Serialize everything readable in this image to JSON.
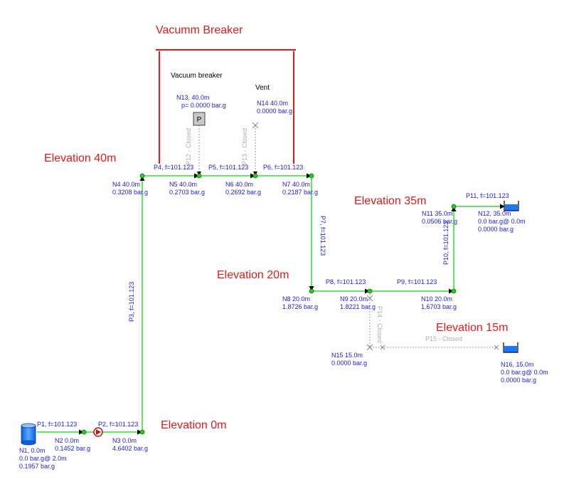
{
  "title": "Vacumm Breaker",
  "annotations": {
    "vacuum_breaker": "Vacuum breaker",
    "vent": "Vent"
  },
  "elevations": {
    "e40": "Elevation 40m",
    "e35": "Elevation 35m",
    "e20": "Elevation 20m",
    "e15": "Elevation 15m",
    "e0": "Elevation 0m"
  },
  "nodes": {
    "n1": {
      "l1": "N1, 0.0m",
      "l2": "0.0 bar.g@ 2.0m",
      "l3": "0.1957 bar.g"
    },
    "n2": {
      "l1": "N2  0.0m",
      "l2": "0.1452 bar.g"
    },
    "n3": {
      "l1": "N3  0.0m",
      "l2": "4.6402 bar.g"
    },
    "n4": {
      "l1": "N4  40.0m",
      "l2": "0.3208 bar.g"
    },
    "n5": {
      "l1": "N5  40.0m",
      "l2": "0.2703 bar.g"
    },
    "n6": {
      "l1": "N6  40.0m",
      "l2": "0.2692 bar.g"
    },
    "n7": {
      "l1": "N7  40.0m",
      "l2": "0.2187 bar.g"
    },
    "n8": {
      "l1": "N8  20.0m",
      "l2": "1.8726 bar.g"
    },
    "n9": {
      "l1": "N9  20.0m",
      "l2": "1.8221 bar.g"
    },
    "n10": {
      "l1": "N10  20.0m",
      "l2": "1.6703 bar.g"
    },
    "n11": {
      "l1": "N11  35.0m",
      "l2": "0.0506 bar.g"
    },
    "n12": {
      "l1": "N12, 35.0m",
      "l2": "0.0 bar.g@ 0.0m",
      "l3": "0.0000 bar.g"
    },
    "n13": {
      "l1": "N13, 40.0m",
      "l2": "p= 0.0000 bar.g"
    },
    "n14": {
      "l1": "N14  40.0m",
      "l2": "0.0000 bar.g"
    },
    "n15": {
      "l1": "N15  15.0m",
      "l2": "0.0000 bar.g"
    },
    "n16": {
      "l1": "N16, 15.0m",
      "l2": "0.0 bar.g@ 0.0m",
      "l3": "0.0000 bar.g"
    }
  },
  "pipes": {
    "p1": "P1, f=101.123",
    "p2": "P2, f=101.123",
    "p3": "P3, f=101.123",
    "p4": "P4, f=101.123",
    "p5": "P5, f=101.123",
    "p6": "P6, f=101.123",
    "p7": "P7, f=101.123",
    "p8": "P8, f=101.123",
    "p9": "P9, f=101.123",
    "p10": "P10, f=101.123",
    "p11": "P11, f=101.123",
    "p12": "P12 - Closed",
    "p13": "P13 - Closed",
    "p14": "P14 - Closed",
    "p15": "P15 - Closed"
  },
  "pressure_symbol": "P",
  "colors": {
    "pipe": "#33dd33",
    "closed_pipe": "#9a9a9a",
    "node": "#22cc22",
    "label": "#1a1ae6",
    "elevation": "#e61919",
    "reservoir": "#1e78ff"
  }
}
